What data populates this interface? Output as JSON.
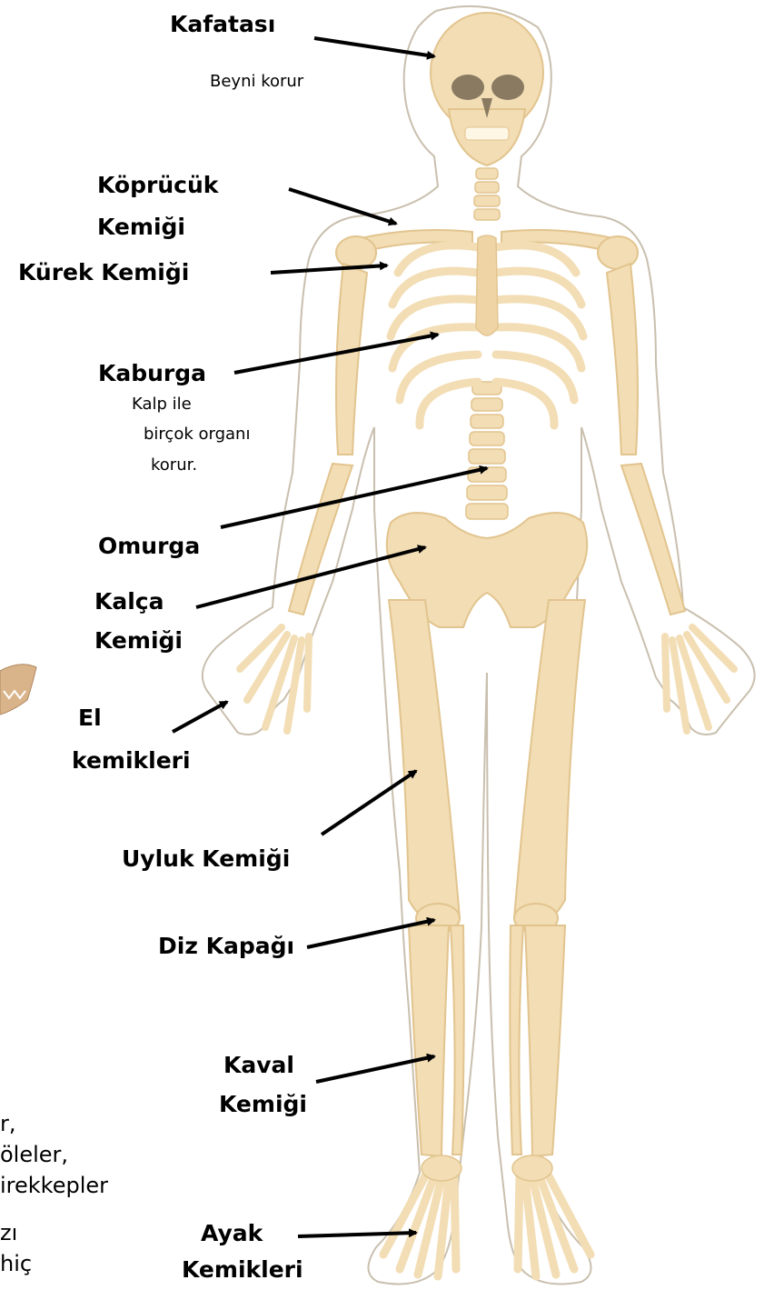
{
  "labels": {
    "skull": "Kafatası",
    "skull_note": "Beyni korur",
    "collarbone_1": "Köprücük",
    "collarbone_2": "Kemiği",
    "shoulder_blade": "Kürek Kemiği",
    "rib": "Kaburga",
    "rib_note_1": "Kalp ile",
    "rib_note_2": "birçok organı",
    "rib_note_3": "korur.",
    "spine": "Omurga",
    "hip_1": "Kalça",
    "hip_2": "Kemiği",
    "hand_1": "El",
    "hand_2": "kemikleri",
    "thigh": "Uyluk Kemiği",
    "knee": "Diz Kapağı",
    "shin_1": "Kaval",
    "shin_2": "Kemiği",
    "foot_1": "Ayak",
    "foot_2": "Kemikleri"
  },
  "cut_text": [
    "r,",
    "öleler,",
    "irekkepler",
    "zı",
    "hiç"
  ],
  "colors": {
    "bone": "#f2ddb4",
    "bone_shade": "#e2c48e",
    "body_outline": "#c9bfae",
    "arrow": "#000000"
  }
}
